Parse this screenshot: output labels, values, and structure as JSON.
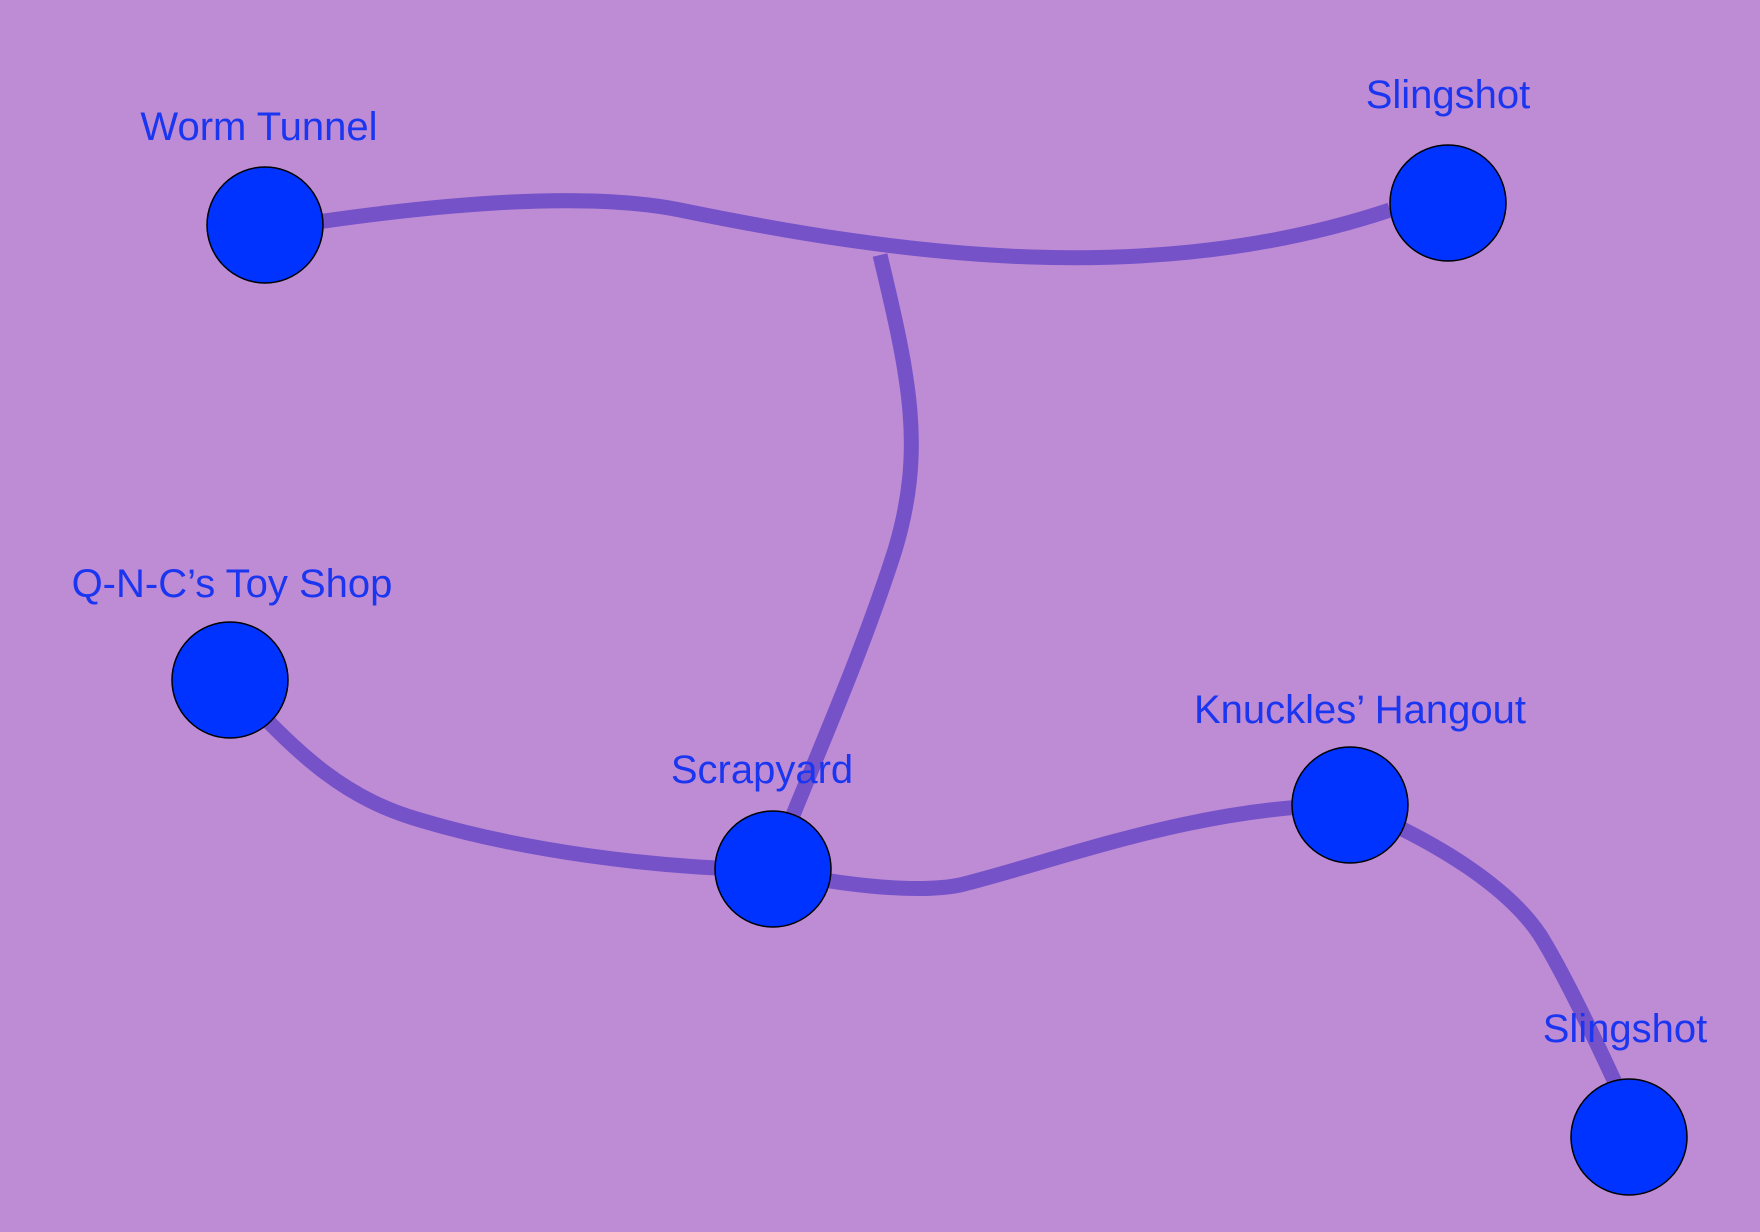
{
  "colors": {
    "background": "#be8cd5",
    "path": "#7652c8",
    "node": "#0033ff",
    "label": "#1a36f0"
  },
  "map": {
    "nodes": [
      {
        "id": "worm-tunnel",
        "label": "Worm Tunnel"
      },
      {
        "id": "slingshot-top",
        "label": "Slingshot"
      },
      {
        "id": "qnc-toy-shop",
        "label": "Q-N-C’s Toy Shop"
      },
      {
        "id": "scrapyard",
        "label": "Scrapyard"
      },
      {
        "id": "knuckles-hangout",
        "label": "Knuckles’ Hangout"
      },
      {
        "id": "slingshot-bottom",
        "label": "Slingshot"
      }
    ],
    "connections": [
      {
        "from": "worm-tunnel",
        "to": "slingshot-top"
      },
      {
        "from": "scrapyard",
        "to": "worm-tunnel-slingshot-top-path"
      },
      {
        "from": "qnc-toy-shop",
        "to": "scrapyard"
      },
      {
        "from": "scrapyard",
        "to": "knuckles-hangout"
      },
      {
        "from": "knuckles-hangout",
        "to": "slingshot-bottom"
      }
    ]
  }
}
